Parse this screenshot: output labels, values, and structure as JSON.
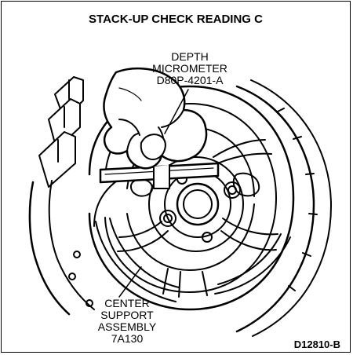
{
  "title": "STACK-UP CHECK READING C",
  "labels": {
    "micrometer": [
      "DEPTH",
      "MICROMETER",
      "D80P-4201-A"
    ],
    "center_support": [
      "CENTER",
      "SUPPORT",
      "ASSEMBLY",
      "7A130"
    ]
  },
  "figure_code": "D12810-B",
  "colors": {
    "ink": "#000000",
    "paper": "#ffffff"
  }
}
